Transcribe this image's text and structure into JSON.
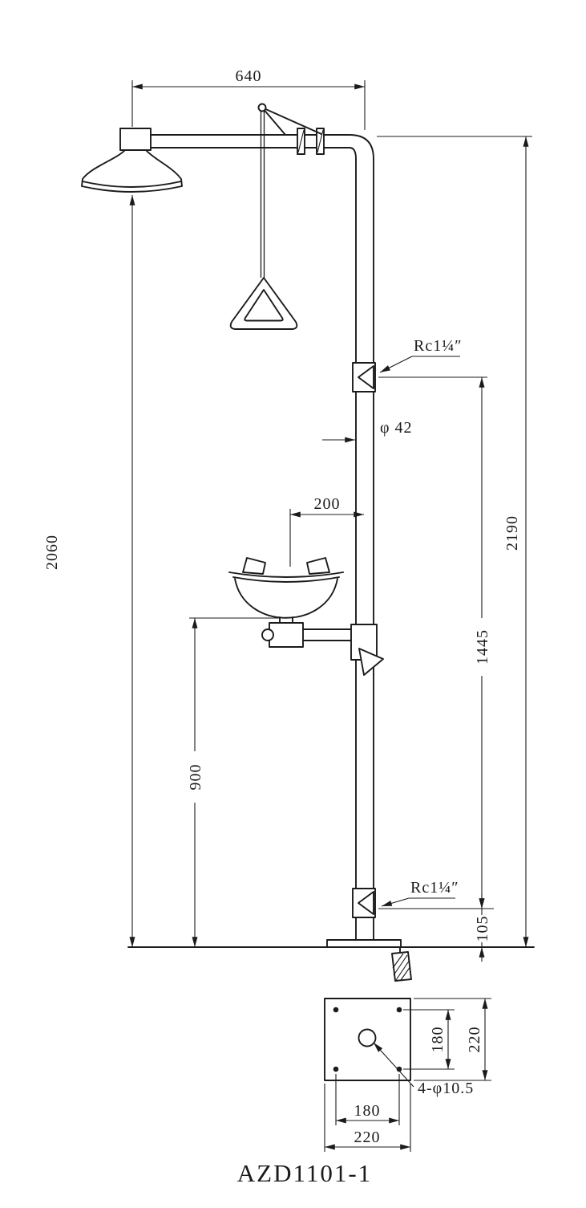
{
  "drawing": {
    "title": "AZD1101-1",
    "labels": {
      "top_width": "640",
      "overall_height_left": "2060",
      "overall_height_right": "2190",
      "fitting_span": "1445",
      "eyewash_height": "900",
      "inlet_height": "105",
      "eyewash_offset": "200",
      "pipe_diameter": "φ 42",
      "upper_connection": "Rc1¼″",
      "lower_connection": "Rc1¼″",
      "plan_bolt_spacing_v": "180",
      "plan_size_v": "220",
      "plan_bolt_spacing_h": "180",
      "plan_size_h": "220",
      "anchor_holes": "4-φ10.5"
    },
    "colors": {
      "line": "#1b1b1b",
      "background": "#ffffff"
    }
  }
}
